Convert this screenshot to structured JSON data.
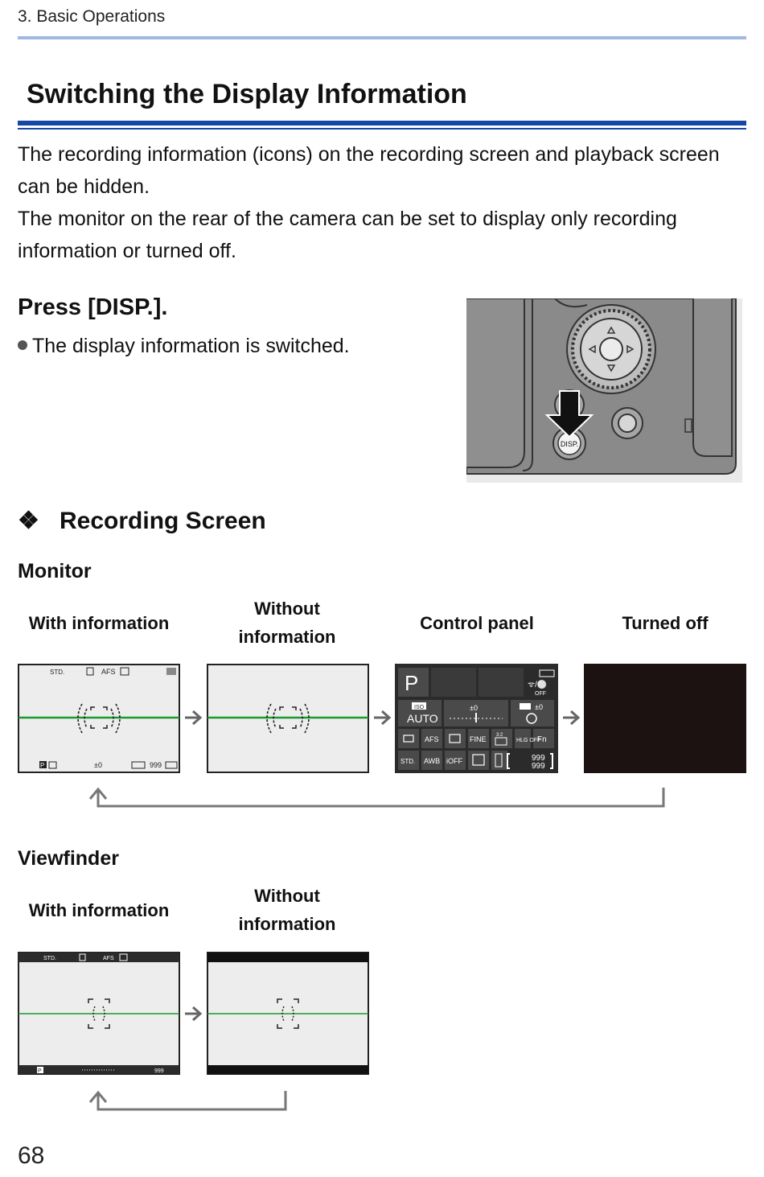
{
  "header": {
    "breadcrumb": "3. Basic Operations"
  },
  "title": "Switching the Display Information",
  "intro": [
    "The recording information (icons) on the recording screen and playback screen can be hidden.",
    "The monitor on the rear of the camera can be set to display only recording information or turned off."
  ],
  "step": {
    "instruction": "Press [DISP.].",
    "bullet": "The display information is switched.",
    "button_label": "DISP."
  },
  "recording": {
    "heading": "Recording Screen",
    "monitor": {
      "label": "Monitor",
      "captions": [
        "With information",
        "Without information",
        "Control panel",
        "Turned off"
      ],
      "with_info_icons": {
        "top": [
          "STD.",
          "AFS"
        ],
        "bottom_left": "P",
        "exposure": "±0",
        "count": "999"
      },
      "control_panel": {
        "mode": "P",
        "iso_label": "ISO",
        "iso_value": "AUTO",
        "exposure": "±0",
        "flash": "±0",
        "wifi": "OFF",
        "row3": [
          "AFS",
          "FINE",
          "3:2",
          "HLG OFF",
          "Fn"
        ],
        "row4": [
          "STD.",
          "AWB",
          "iOFF",
          "999",
          "999"
        ]
      }
    },
    "viewfinder": {
      "label": "Viewfinder",
      "captions": [
        "With information",
        "Without information"
      ],
      "icons": {
        "top": [
          "STD.",
          "AFS"
        ],
        "bottom_left": "P",
        "count": "999"
      }
    }
  },
  "page_number": "68",
  "colors": {
    "rule_light": "#9fb9e1",
    "rule_dark": "#1547a6",
    "level_line": "#1a9a2e",
    "panel_bg": "#2b2b2b"
  }
}
